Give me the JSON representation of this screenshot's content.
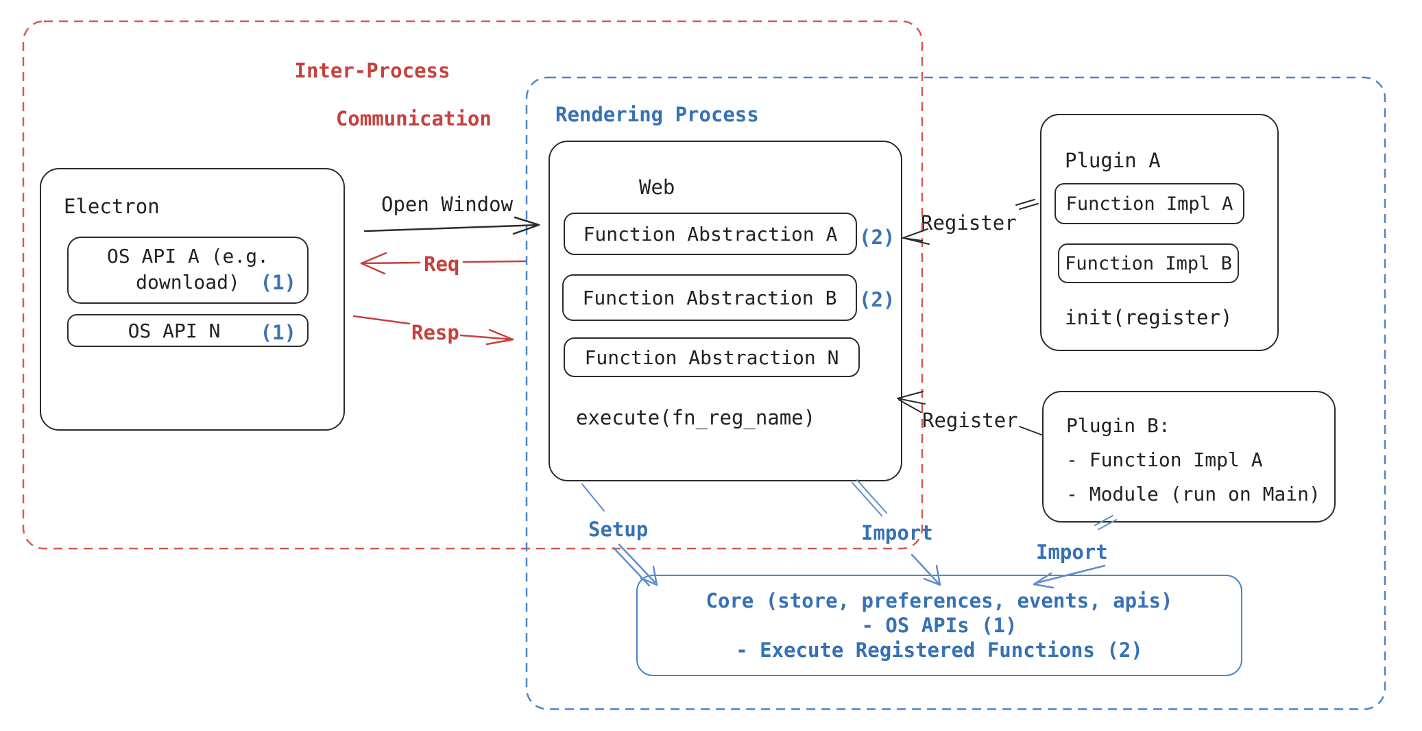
{
  "diagram": {
    "ipc_group": {
      "label_line1": "Inter-Process",
      "label_line2": "Communication"
    },
    "rendering_group": {
      "label": "Rendering Process"
    },
    "electron": {
      "title": "Electron",
      "os_api_a_line1": "OS API A (e.g.",
      "os_api_a_line2": "download)",
      "os_api_a_badge": "(1)",
      "os_api_n": "OS API N",
      "os_api_n_badge": "(1)"
    },
    "web": {
      "title": "Web",
      "fn_abstraction_a": "Function Abstraction A",
      "fn_abstraction_a_badge": "(2)",
      "fn_abstraction_b": "Function Abstraction B",
      "fn_abstraction_b_badge": "(2)",
      "fn_abstraction_n": "Function Abstraction N",
      "execute": "execute(fn_reg_name)"
    },
    "plugin_a": {
      "title": "Plugin A",
      "impl_a": "Function Impl A",
      "impl_b": "Function Impl B",
      "init": "init(register)"
    },
    "plugin_b": {
      "title": "Plugin B:",
      "items": [
        "- Function Impl A",
        "- Module (run on Main)"
      ]
    },
    "core": {
      "line1": "Core (store, preferences, events, apis)",
      "line2": "- OS APIs (1)",
      "line3": "- Execute Registered Functions (2)"
    },
    "labels": {
      "open_window": "Open Window",
      "req": "Req",
      "resp": "Resp",
      "register_top": "Register",
      "register_bottom": "Register",
      "setup": "Setup",
      "import_mid": "Import",
      "import_right": "Import"
    },
    "colors": {
      "ink": "#2b2b2b",
      "red_text": "#c5413c",
      "red_dash": "#d85850",
      "blue_text": "#3671b5",
      "blue_dash": "#4a86c8",
      "blue_arrow": "#5c8dcc",
      "badge_blue": "#3b72b8"
    }
  }
}
